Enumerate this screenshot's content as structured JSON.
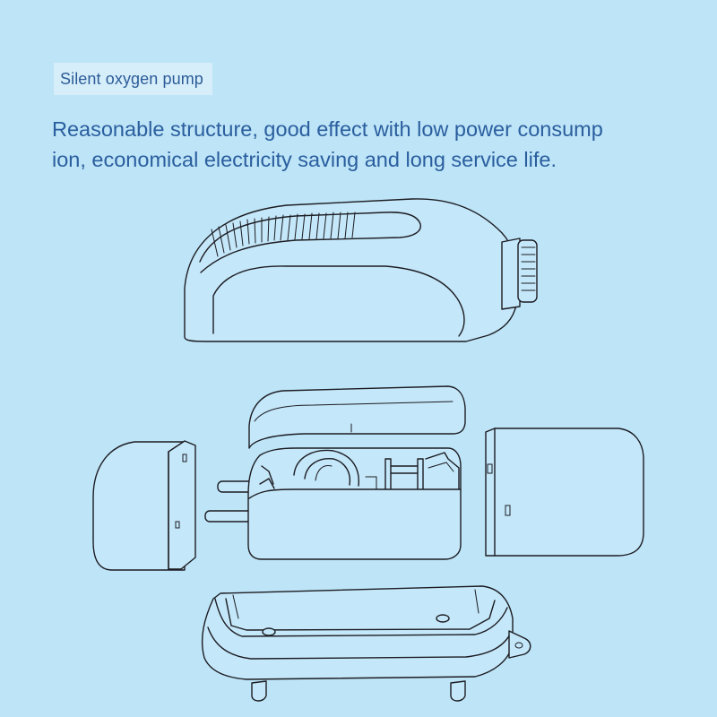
{
  "tag": {
    "label": "Silent oxygen pump"
  },
  "headline": {
    "line1": "Reasonable structure, good effect with low power consump",
    "line2": "ion, economical electricity saving and long service life."
  },
  "colors": {
    "background": "#bde4f7",
    "tag_background": "#d6eefa",
    "text": "#2a5e9e",
    "line_art": "#1c1c22"
  }
}
